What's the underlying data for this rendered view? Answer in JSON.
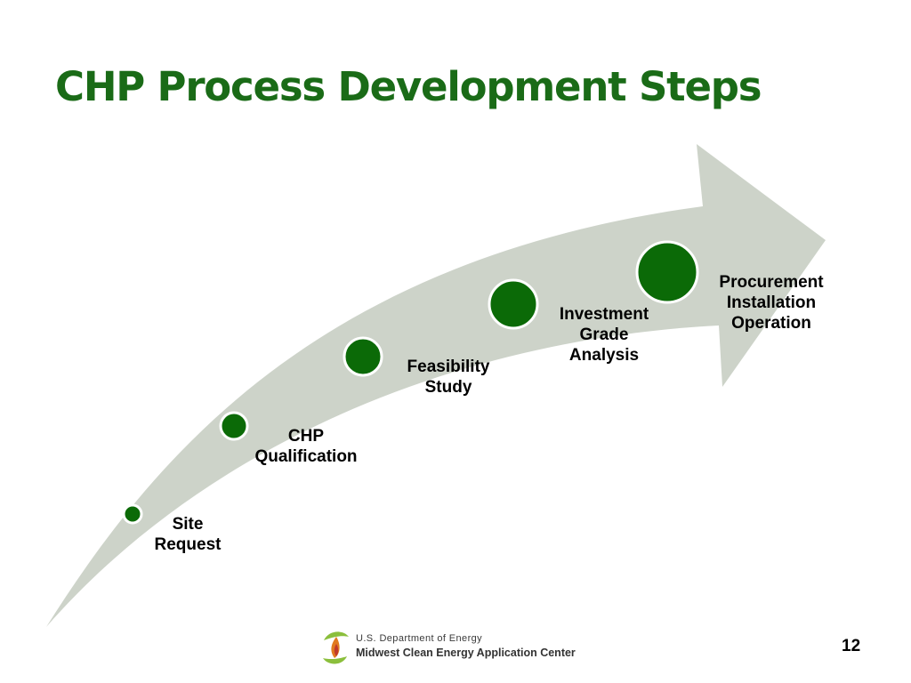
{
  "slide": {
    "title": "CHP Process Development Steps",
    "page_number": "12",
    "colors": {
      "title": "#1a6b17",
      "arrow": "#cdd3c9",
      "step_dot": "#0b6a07",
      "dot_ring": "#ffffff"
    }
  },
  "steps": [
    {
      "lines": [
        "Site",
        "Request"
      ]
    },
    {
      "lines": [
        "CHP",
        "Qualification"
      ]
    },
    {
      "lines": [
        "Feasibility",
        "Study"
      ]
    },
    {
      "lines": [
        "Investment",
        "Grade",
        "Analysis"
      ]
    },
    {
      "lines": [
        "Procurement",
        "Installation",
        "Operation"
      ]
    }
  ],
  "footer": {
    "logo_line1": "U.S. Department of Energy",
    "logo_line2": "Midwest Clean Energy Application Center"
  }
}
